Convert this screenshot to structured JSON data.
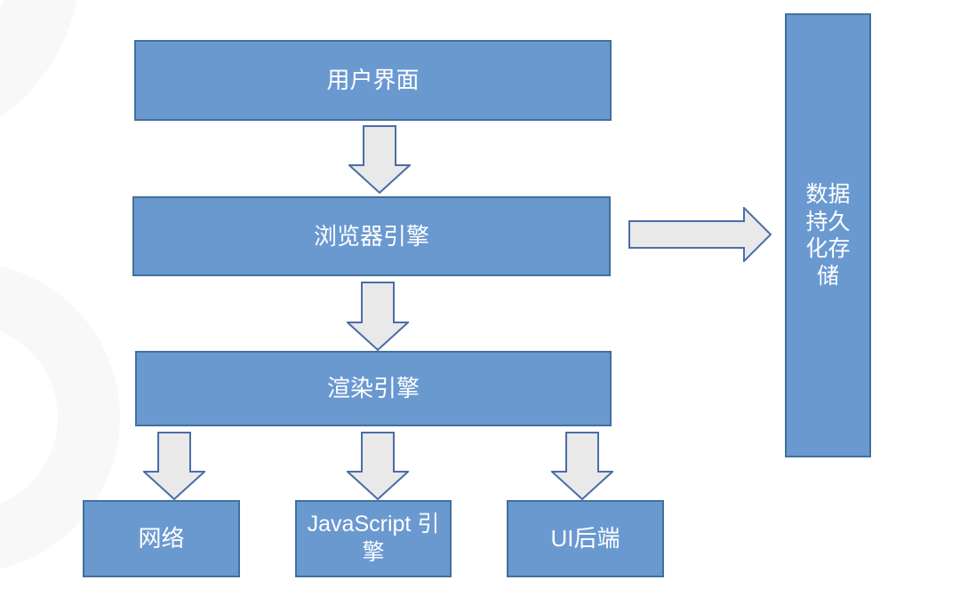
{
  "diagram": {
    "title": "browser-architecture-flow",
    "nodes": {
      "user_interface": {
        "label": "用户界面"
      },
      "browser_engine": {
        "label": "浏览器引擎"
      },
      "rendering_engine": {
        "label": "渲染引擎"
      },
      "network": {
        "label": "网络"
      },
      "js_engine": {
        "label": "JavaScript 引擎"
      },
      "ui_backend": {
        "label": "UI后端"
      },
      "data_persistence": {
        "label": "数据持久化存储"
      }
    },
    "edges": [
      {
        "from": "用户界面",
        "to": "浏览器引擎",
        "direction": "down"
      },
      {
        "from": "浏览器引擎",
        "to": "渲染引擎",
        "direction": "down"
      },
      {
        "from": "浏览器引擎",
        "to": "数据持久化存储",
        "direction": "right"
      },
      {
        "from": "渲染引擎",
        "to": "网络",
        "direction": "down"
      },
      {
        "from": "渲染引擎",
        "to": "JavaScript 引擎",
        "direction": "down"
      },
      {
        "from": "渲染引擎",
        "to": "UI后端",
        "direction": "down"
      }
    ],
    "colors": {
      "node_fill": "#6A99D0",
      "node_border": "#41719C",
      "node_text": "#FFFFFF",
      "arrow_fill": "#E9E9E9",
      "arrow_border": "#4A6DA8",
      "background": "#FFFFFF",
      "watermark": "#F8F8F8"
    }
  }
}
